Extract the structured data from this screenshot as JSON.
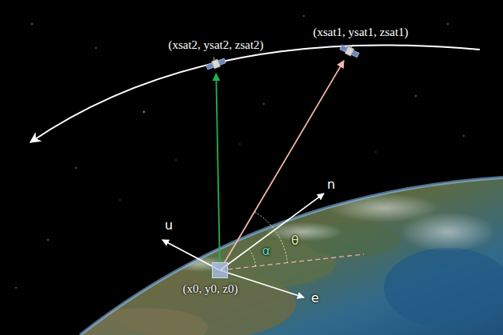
{
  "diagram": {
    "nodes": [
      {
        "text": [
          "(xsat2, ysat2, zsat2)"
        ]
      },
      {
        "text": [
          "(xsat1, ysat1, zsat1)"
        ]
      },
      {
        "text": [
          "(x0, y0, z0)"
        ]
      }
    ],
    "edges": [
      {
        "from": 2,
        "to": 0,
        "arrow": "to"
      },
      {
        "from": 2,
        "to": 1,
        "arrow": "to"
      }
    ],
    "labels": [
      "u",
      "n",
      "θ",
      "α",
      "e"
    ]
  }
}
